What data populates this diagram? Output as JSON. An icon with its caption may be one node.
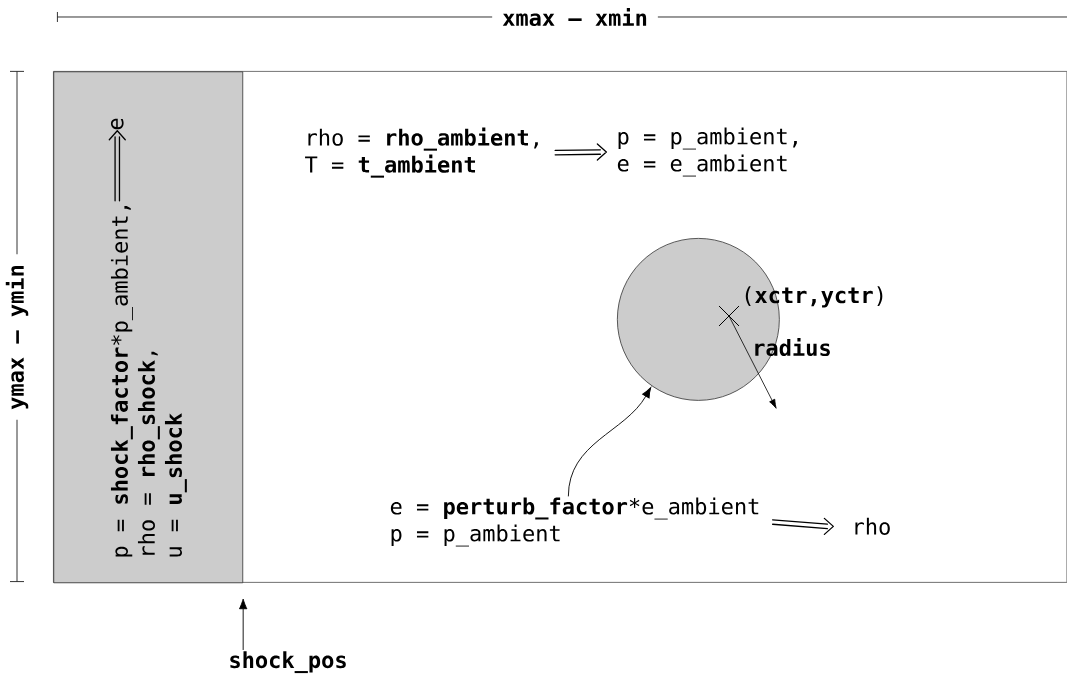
{
  "diagram": {
    "nodes": [
      {
        "text": [],
        "shape": "box"
      },
      {
        "text": [],
        "shape": "box",
        "in": 0
      },
      {
        "text": [
          "p = **shock_factor***p_ambient,",
          "rho = **rho_shock**,",
          "u = **u_shock**"
        ],
        "in": 1
      },
      {
        "text": [
          "e"
        ],
        "in": 1
      },
      {
        "text": [
          "rho = **rho_ambient**,",
          "T = **t_ambient**"
        ],
        "in": 0
      },
      {
        "text": [
          "p = p_ambient,",
          "e = e_ambient"
        ],
        "in": 0
      },
      {
        "text": [],
        "shape": "circle",
        "in": 0
      },
      {
        "text": [
          "e = **perturb_factor***e_ambient",
          "p = p_ambient"
        ],
        "in": 0
      },
      {
        "text": [
          "rho"
        ],
        "in": 0
      },
      {
        "text": [
          "shock_pos"
        ]
      }
    ],
    "edges": [
      {
        "from": 2,
        "to": 3,
        "arrow": "to"
      },
      {
        "from": 4,
        "to": 5,
        "arrow": "to"
      },
      {
        "from": 7,
        "to": 6,
        "arrow": "to"
      },
      {
        "from": 7,
        "to": 8,
        "arrow": "to"
      },
      {
        "from": 9,
        "to": 1,
        "arrow": "to"
      }
    ],
    "labels": [
      "xmax – xmin",
      "ymax – ymin",
      "(**xctr,yctr**)",
      "radius"
    ]
  }
}
